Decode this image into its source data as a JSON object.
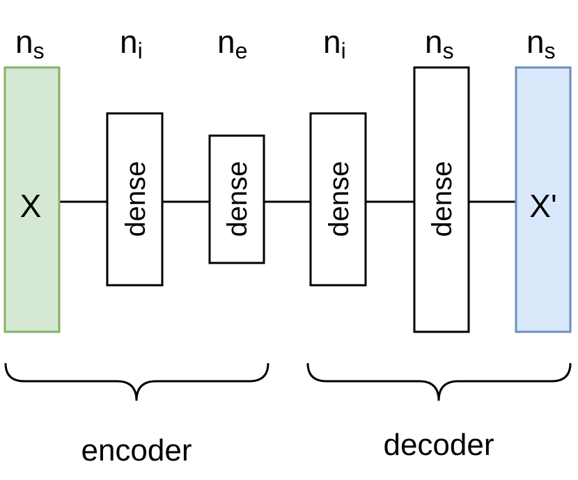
{
  "colors": {
    "input_fill": "#d5e8d4",
    "input_stroke": "#82b366",
    "output_fill": "#dae8fc",
    "output_stroke": "#6c8ebf",
    "line": "#000000",
    "box_fill": "#ffffff"
  },
  "dims": [
    {
      "base": "n",
      "sub": "s"
    },
    {
      "base": "n",
      "sub": "i"
    },
    {
      "base": "n",
      "sub": "e"
    },
    {
      "base": "n",
      "sub": "i"
    },
    {
      "base": "n",
      "sub": "s"
    },
    {
      "base": "n",
      "sub": "s"
    }
  ],
  "input": {
    "label": "X"
  },
  "output": {
    "label": "X'"
  },
  "layers": [
    {
      "label": "dense"
    },
    {
      "label": "dense"
    },
    {
      "label": "dense"
    },
    {
      "label": "dense"
    }
  ],
  "groups": {
    "encoder": "encoder",
    "decoder": "decoder"
  }
}
